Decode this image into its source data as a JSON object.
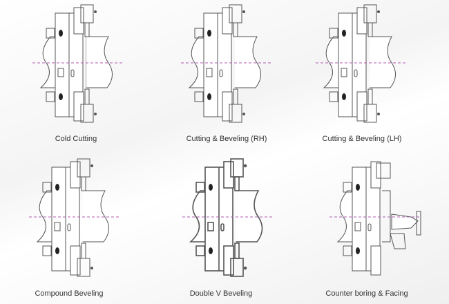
{
  "colors": {
    "line": "#555555",
    "axis": "#b05ab0"
  },
  "panels": [
    {
      "label": "Cold Cutting",
      "variant": "cut"
    },
    {
      "label": "Cutting & Beveling (RH)",
      "variant": "rh"
    },
    {
      "label": "Cutting & Beveling (LH)",
      "variant": "lh"
    },
    {
      "label": "Compound Beveling",
      "variant": "compound"
    },
    {
      "label": "Double V Beveling",
      "variant": "doublev"
    },
    {
      "label": "Counter boring & Facing",
      "variant": "counter"
    }
  ]
}
